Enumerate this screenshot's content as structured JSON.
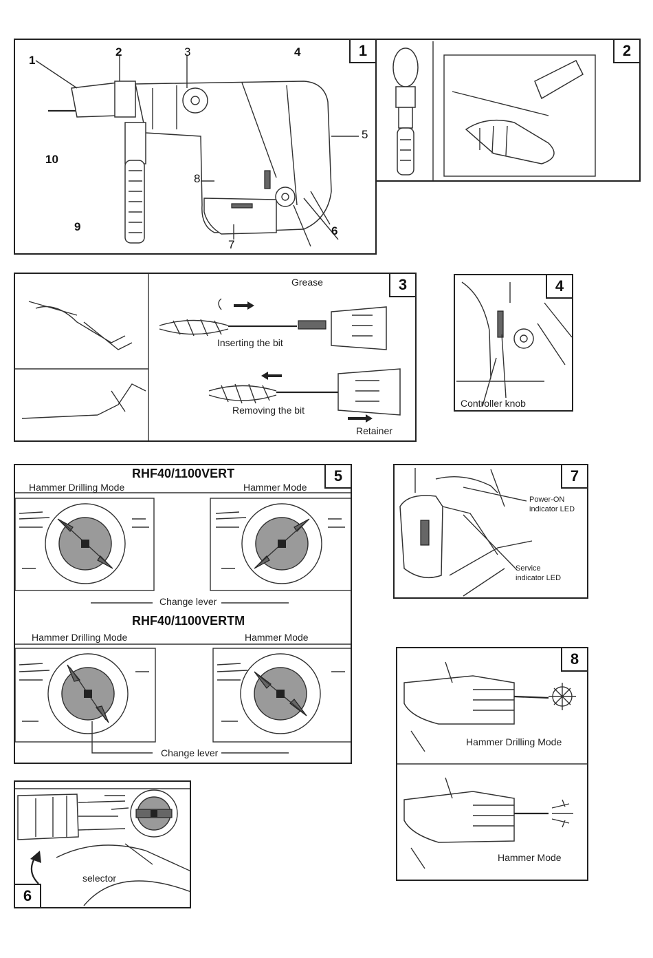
{
  "panels": {
    "p1": {
      "number": "1",
      "callouts": [
        "1",
        "2",
        "3",
        "4",
        "5",
        "6",
        "7",
        "8",
        "9",
        "10"
      ]
    },
    "p2": {
      "number": "2"
    },
    "p3": {
      "number": "3",
      "grease": "Grease",
      "inserting": "Inserting the bit",
      "removing": "Removing the bit",
      "retainer": "Retainer"
    },
    "p4": {
      "number": "4",
      "controller": "Controller knob"
    },
    "p5": {
      "number": "5",
      "model_a": "RHF40/1100VERT",
      "model_b": "RHF40/1100VERTM",
      "hd_mode": "Hammer Drilling Mode",
      "h_mode": "Hammer Mode",
      "change_lever": "Change lever"
    },
    "p6": {
      "number": "6",
      "selector": "selector"
    },
    "p7": {
      "number": "7",
      "power_led_1": "Power-ON",
      "power_led_2": "indicator LED",
      "service_led_1": "Service",
      "service_led_2": "indicator LED"
    },
    "p8": {
      "number": "8",
      "hd_mode": "Hammer Drilling Mode",
      "h_mode": "Hammer Mode"
    }
  },
  "colors": {
    "dial_fill": "#9a9a9a",
    "border": "#222222"
  }
}
